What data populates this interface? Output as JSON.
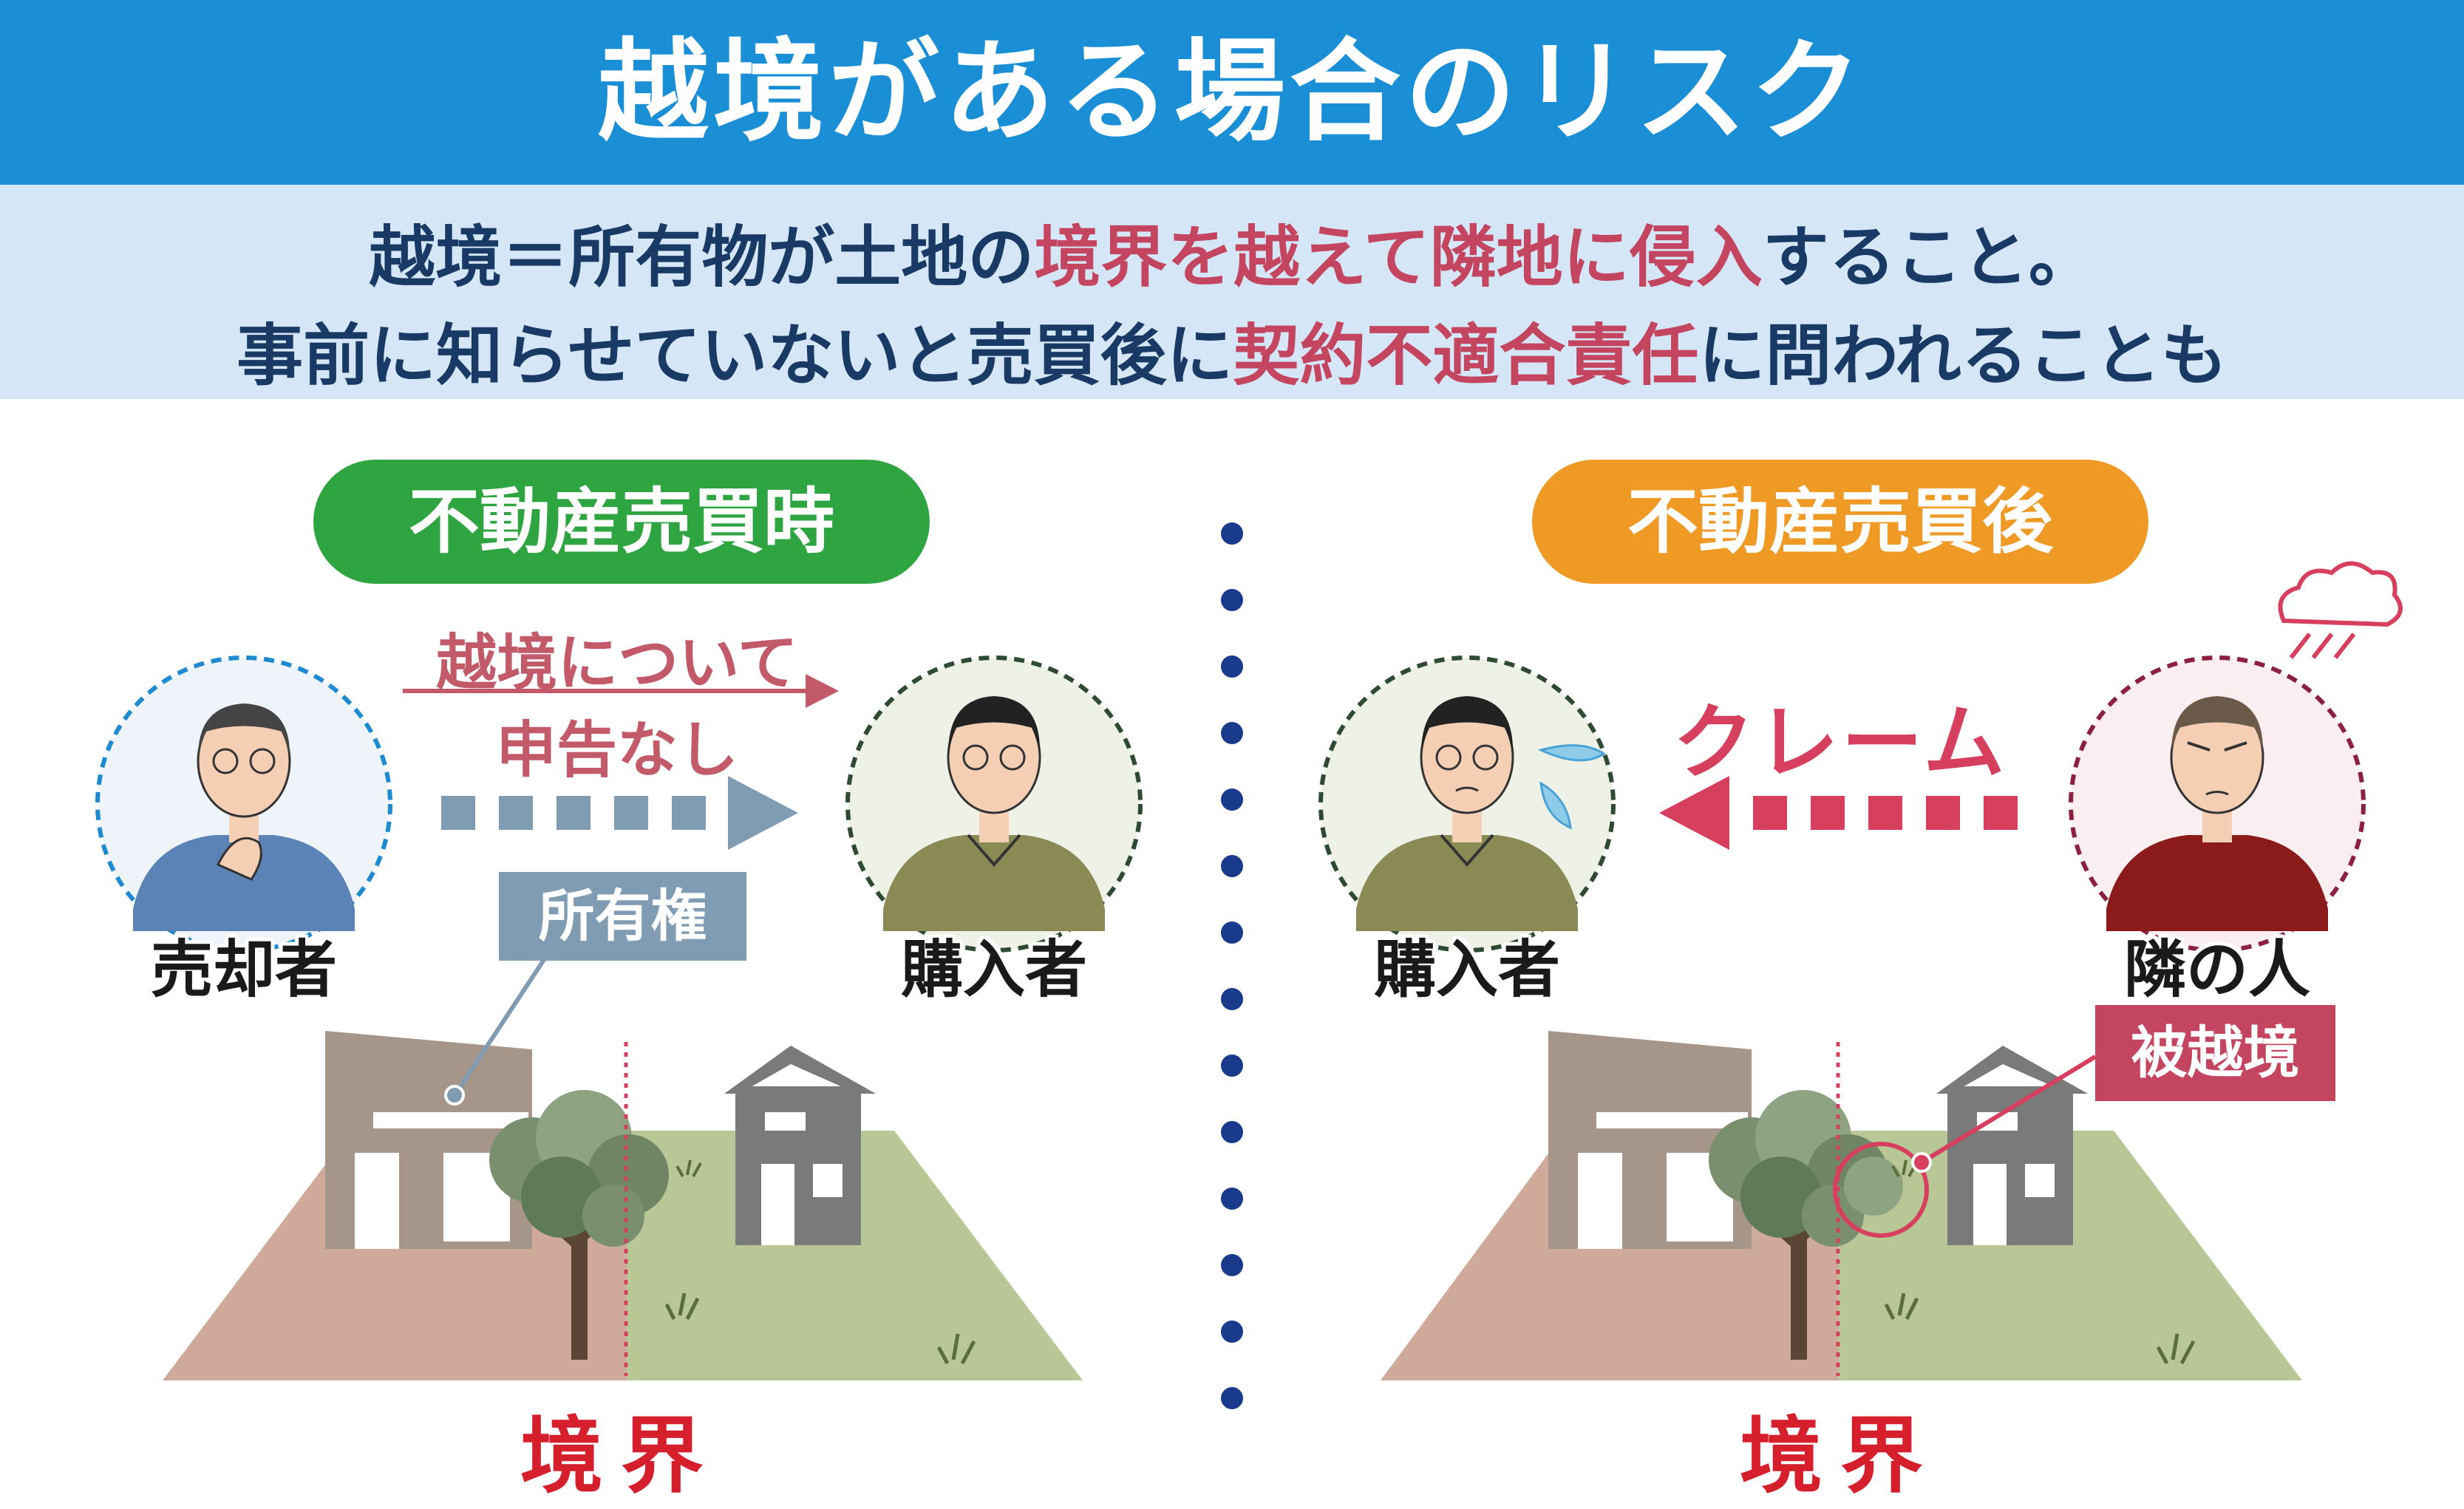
{
  "title": "越境がある場合のリスク",
  "subtitle": {
    "line1": [
      {
        "text": "越境＝所有物が土地の",
        "highlight": false
      },
      {
        "text": "境界を越えて隣地に侵入",
        "highlight": true
      },
      {
        "text": "すること。",
        "highlight": false
      }
    ],
    "line2": [
      {
        "text": "事前に知らせていないと売買後に",
        "highlight": false
      },
      {
        "text": "契約不適合責任",
        "highlight": true
      },
      {
        "text": "に問われることも",
        "highlight": false
      }
    ]
  },
  "left_panel": {
    "heading": "不動産売買時",
    "seller_label": "売却者",
    "buyer_label": "購入者",
    "arrow_text_line1": "越境について",
    "arrow_text_line2": "申告なし",
    "ownership_tag": "所有権",
    "boundary_label": "境界"
  },
  "right_panel": {
    "heading": "不動産売買後",
    "buyer_label": "購入者",
    "neighbor_label": "隣の人",
    "claim_text": "クレーム",
    "encroached_tag": "被越境",
    "boundary_label": "境界"
  },
  "colors": {
    "title_bg": "#1a8fd6",
    "subtitle_bg": "#d5e7f6",
    "highlight": "#c44560",
    "pill_left": "#2ea541",
    "pill_right": "#ee9a25",
    "arrow_blue": "#7f9cb3",
    "arrow_claim": "#d6405e",
    "boundary_red": "#d61f2c"
  }
}
